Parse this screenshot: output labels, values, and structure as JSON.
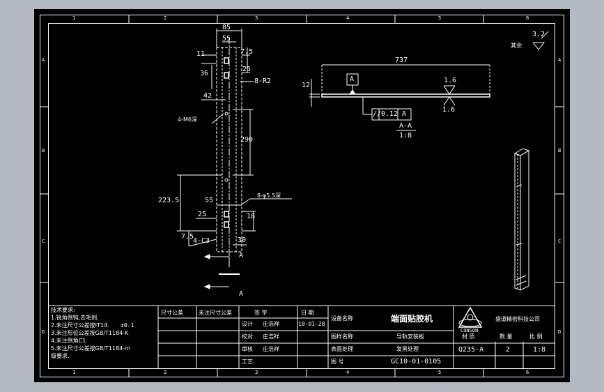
{
  "border": {
    "columns": [
      "1",
      "2",
      "3",
      "4",
      "5",
      "6"
    ],
    "rows": [
      "A",
      "B",
      "C",
      "D"
    ]
  },
  "roughness": {
    "label": "其余:",
    "value": "3.2"
  },
  "front_view": {
    "dims": {
      "width_85": "85",
      "width_55_top": "55",
      "d_11": "11",
      "d_7_5": "7.5",
      "d_36": "36",
      "d_25": "25",
      "holes_8R2": "8-R2",
      "d_42": "42",
      "holes_4_M6": "4-M6深",
      "d_290": "290",
      "d_223_5": "223.5",
      "d_55_bottom": "55",
      "d_25_bottom": "25",
      "holes_8_phi": "8-φ5.5深",
      "d_18": "18",
      "d_7_5_bottom": "7.5",
      "chamfer_4C3": "4-C3",
      "d_30": "30"
    },
    "section_marks": [
      "A",
      "A"
    ]
  },
  "side_view": {
    "length": "737",
    "thickness": "12",
    "datum": "A",
    "finish_top": "1.6",
    "finish_bottom": "1.6",
    "tolerance": {
      "symbol": "//",
      "value": "0.12",
      "datum": "A"
    },
    "section_label": "A-A",
    "scale_note": "1:8"
  },
  "title_block": {
    "tech_req_title": "技术要求:",
    "tech_req_lines": [
      "1.锐角倒钝,去毛刺.",
      "2.未注尺寸公差按IT14.",
      "3.未注形位公差按GB/T1184-K",
      "4.未注倒角C1.",
      "5.未注尺寸公差按GB/T1184-m",
      "级要求."
    ],
    "tolerance_note": "±0.1",
    "headers": {
      "col1": "尺寸公差",
      "col2": "未注尺寸公差",
      "sign": "签  字",
      "date": "日  期"
    },
    "rows": {
      "design_label": "设计",
      "design_name": "庄浩祥",
      "design_date": "10-01-28",
      "check_label": "校对",
      "check_name": "庄浩祥",
      "review_label": "审核",
      "review_name": "庄浩祥",
      "process_label": "工艺"
    },
    "equipment_label": "设备名称",
    "equipment_name": "端面贴胶机",
    "part_name_label": "图样名称",
    "part_name": "导轨安装板",
    "surface_label": "表面处理",
    "surface": "发黑处理",
    "drawing_no_label": "图  号",
    "drawing_no": "GC10-01-0105",
    "material_label": "材  质",
    "material": "Q235-A",
    "qty_label": "数  量",
    "qty": "2",
    "scale_label": "比  例",
    "scale": "1:8",
    "company": "盛道精密科技公司",
    "logo_text": "CONSON"
  }
}
